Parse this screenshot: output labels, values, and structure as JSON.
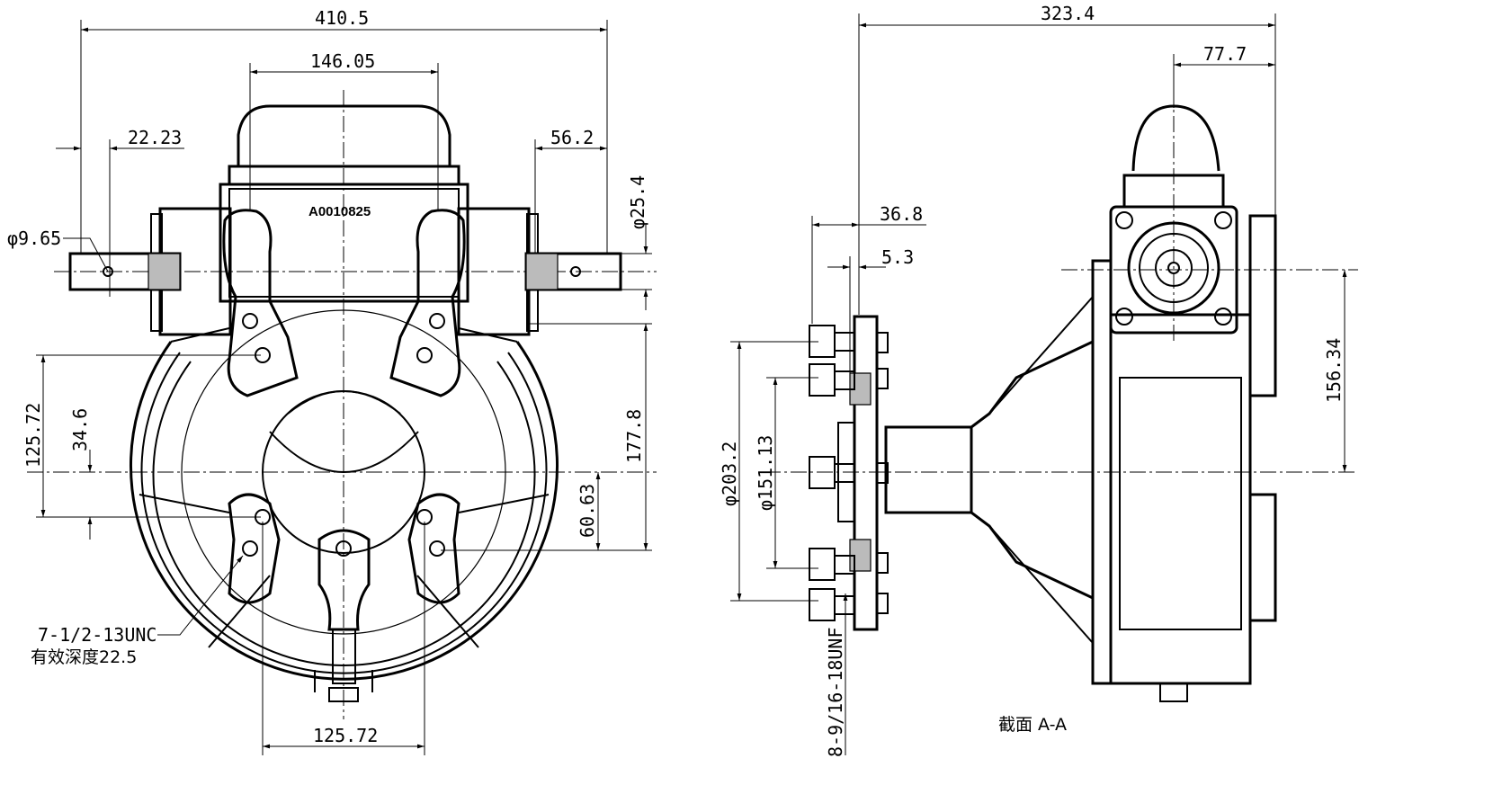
{
  "front_view": {
    "overall_width": "410.5",
    "top_width": "146.05",
    "left_shaft_offset": "22.23",
    "right_shaft_offset": "56.2",
    "shaft_diameter": "φ25.4",
    "pin_diameter": "φ9.65",
    "vertical_bolt_spacing": "125.72",
    "bolt_offset": "34.6",
    "shaft_height": "177.8",
    "lower_bolt_offset": "60.63",
    "bottom_bolt_spacing": "125.72",
    "thread_spec": "7-1/2-13UNC",
    "thread_depth": "有效深度22.5",
    "part_number": "A0010825"
  },
  "section_view": {
    "overall_length": "323.4",
    "top_offset": "77.7",
    "flange_offset": "36.8",
    "flange_thickness": "5.3",
    "shaft_height": "156.34",
    "outer_bolt_circle": "φ203.2",
    "inner_bolt_circle": "φ151.13",
    "flange_thread": "8-9/16-18UNF",
    "section_label": "截面 A-A"
  }
}
